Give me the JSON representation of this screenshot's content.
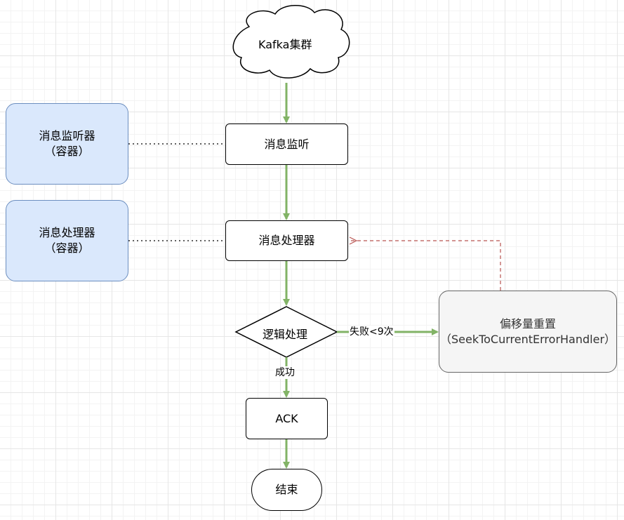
{
  "nodes": {
    "cluster": "Kafka集群",
    "listener": "消息监听",
    "processor": "消息处理器",
    "logic": "逻辑处理",
    "ack": "ACK",
    "end": "结束",
    "listener_container": {
      "line1": "消息监听器",
      "line2": "（容器）"
    },
    "processor_container": {
      "line1": "消息处理器",
      "line2": "（容器）"
    },
    "offset_reset": {
      "line1": "偏移量重置",
      "line2": "（SeekToCurrentErrorHandler）"
    }
  },
  "edge_labels": {
    "fail": "失败<9次",
    "success": "成功"
  },
  "colors": {
    "flow_arrow": "#82b366",
    "retry_arrow": "#b85450",
    "container_fill": "#dae8fc",
    "container_border": "#6c8ebf",
    "handler_fill": "#f5f5f5",
    "handler_border": "#666666"
  }
}
